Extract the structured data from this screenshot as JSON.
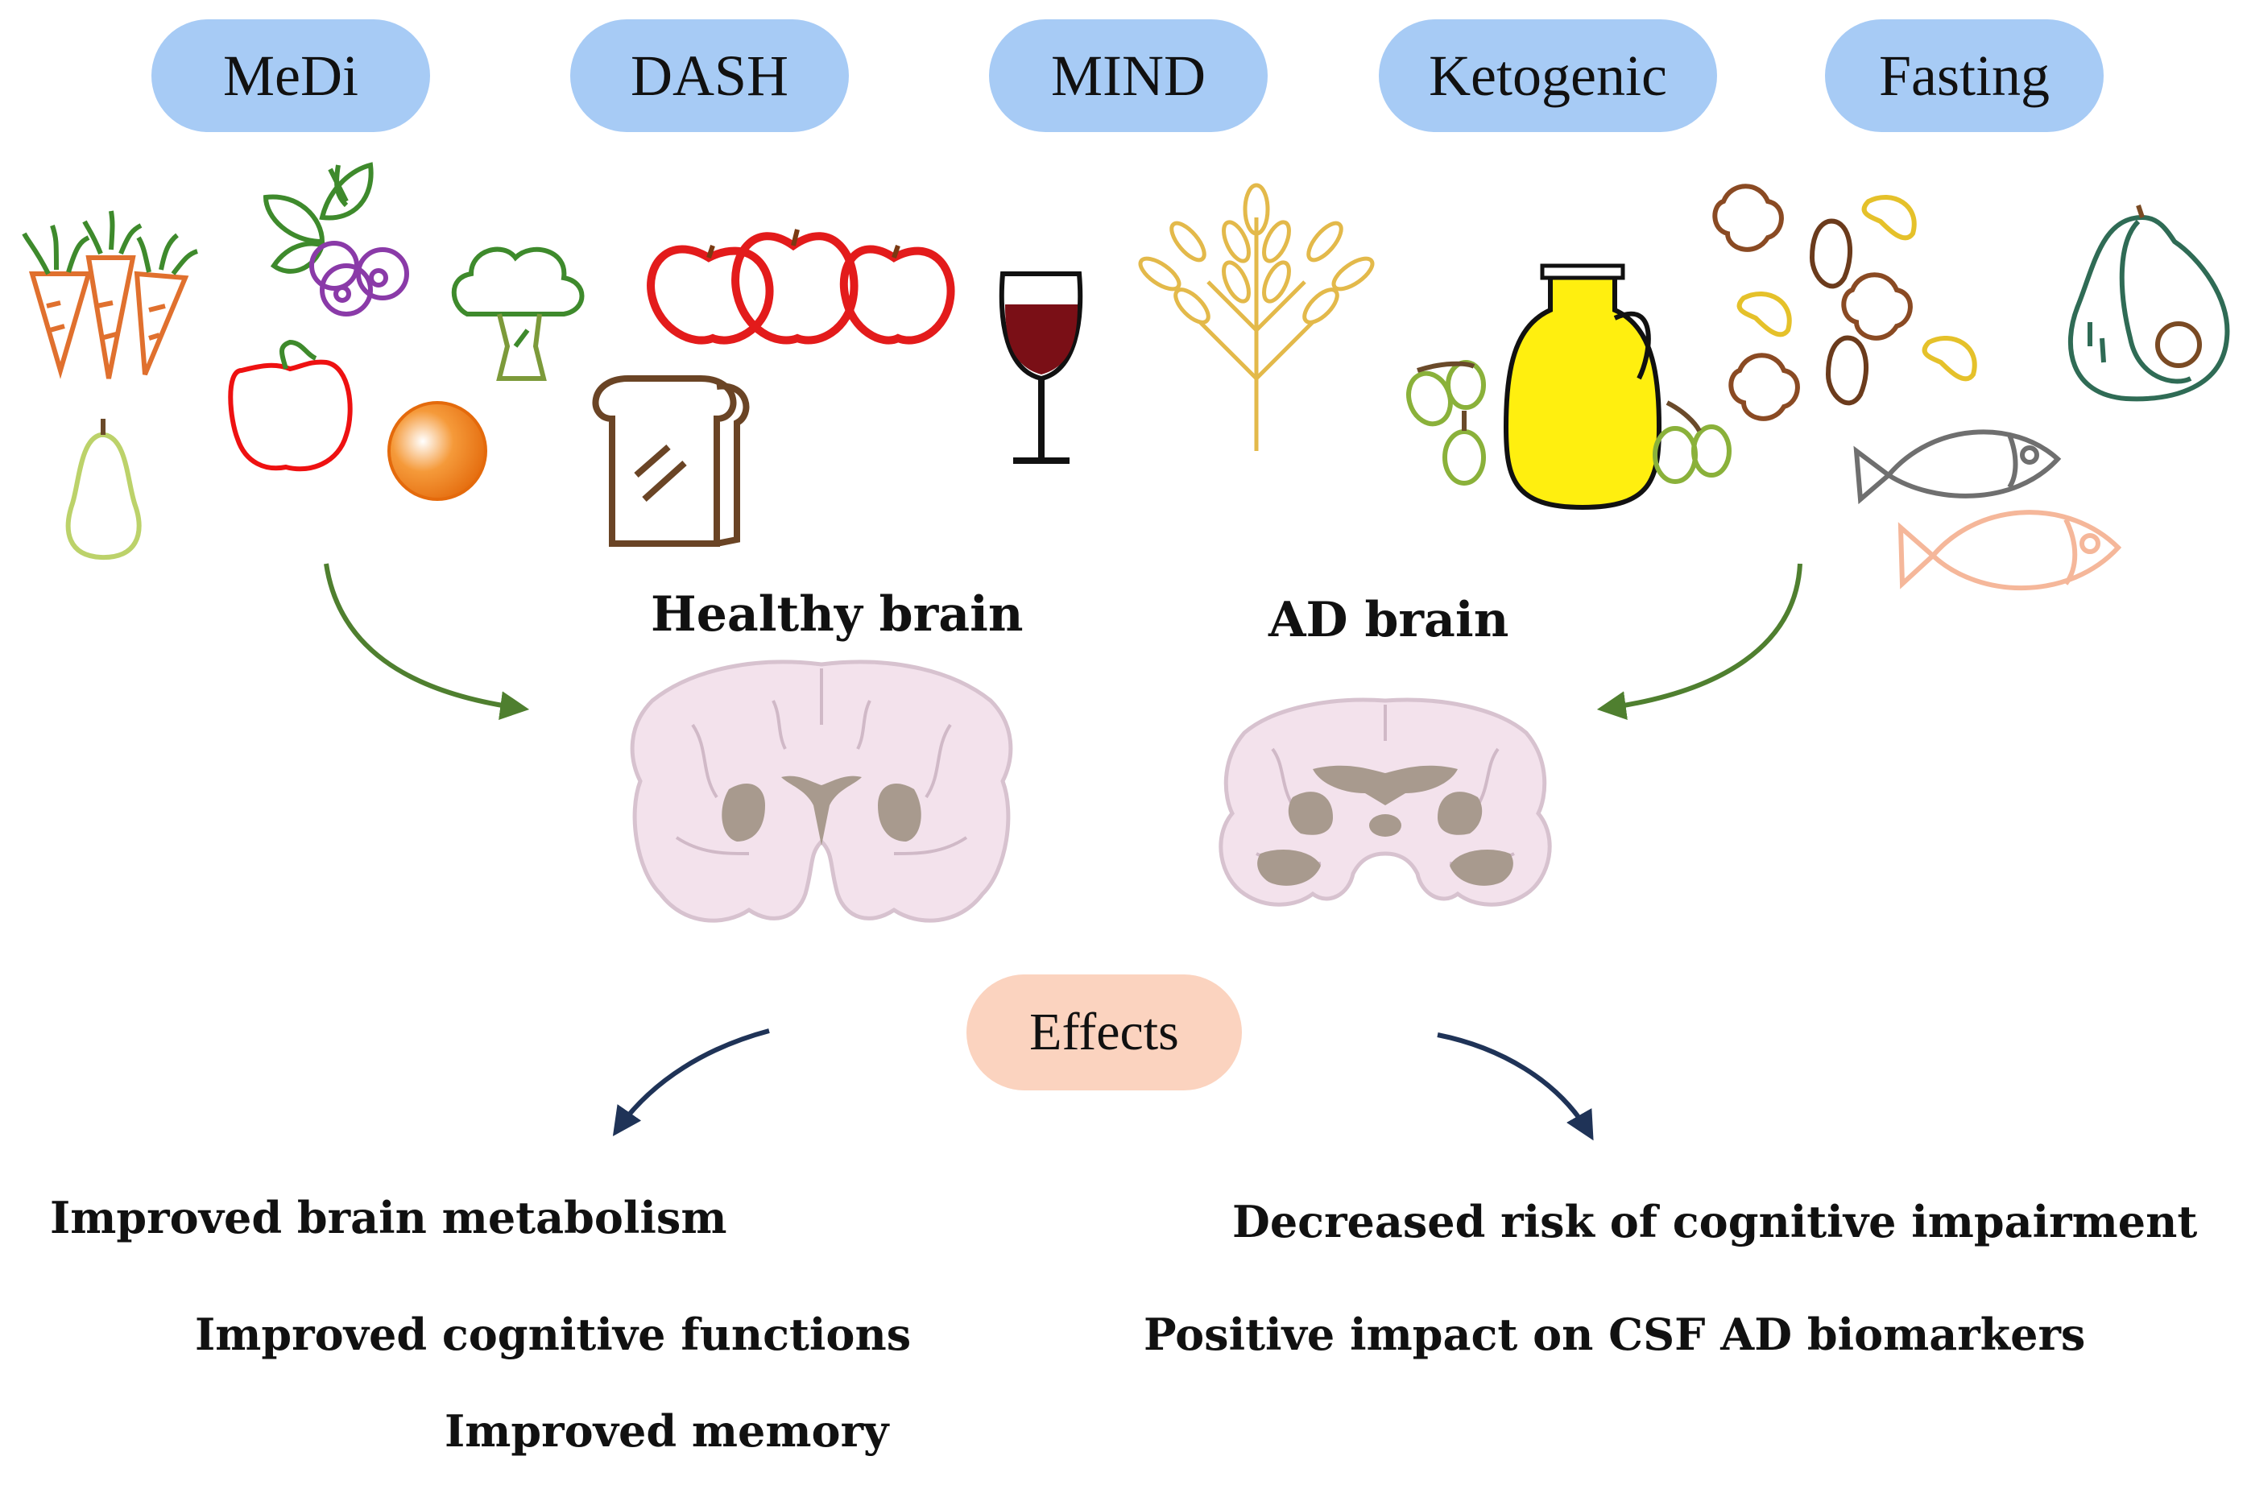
{
  "diets": [
    {
      "label": "MeDi"
    },
    {
      "label": "DASH"
    },
    {
      "label": "MIND"
    },
    {
      "label": "Ketogenic"
    },
    {
      "label": "Fasting"
    }
  ],
  "brains": {
    "healthy_title": "Healthy brain",
    "ad_title": "AD brain"
  },
  "effects": {
    "label": "Effects",
    "left": [
      "Improved brain metabolism",
      "Improved cognitive functions",
      "Improved memory"
    ],
    "right": [
      "Decreased risk of cognitive impairment",
      "Positive impact on CSF AD biomarkers"
    ]
  },
  "colors": {
    "pill_blue": "#a7cbf5",
    "effects_pill": "#fbd3bf",
    "green_arrow": "#4f7f2f",
    "navy_arrow": "#1f3357",
    "brain_fill": "#f3e2ec",
    "brain_ventricle": "#a89a8e"
  }
}
